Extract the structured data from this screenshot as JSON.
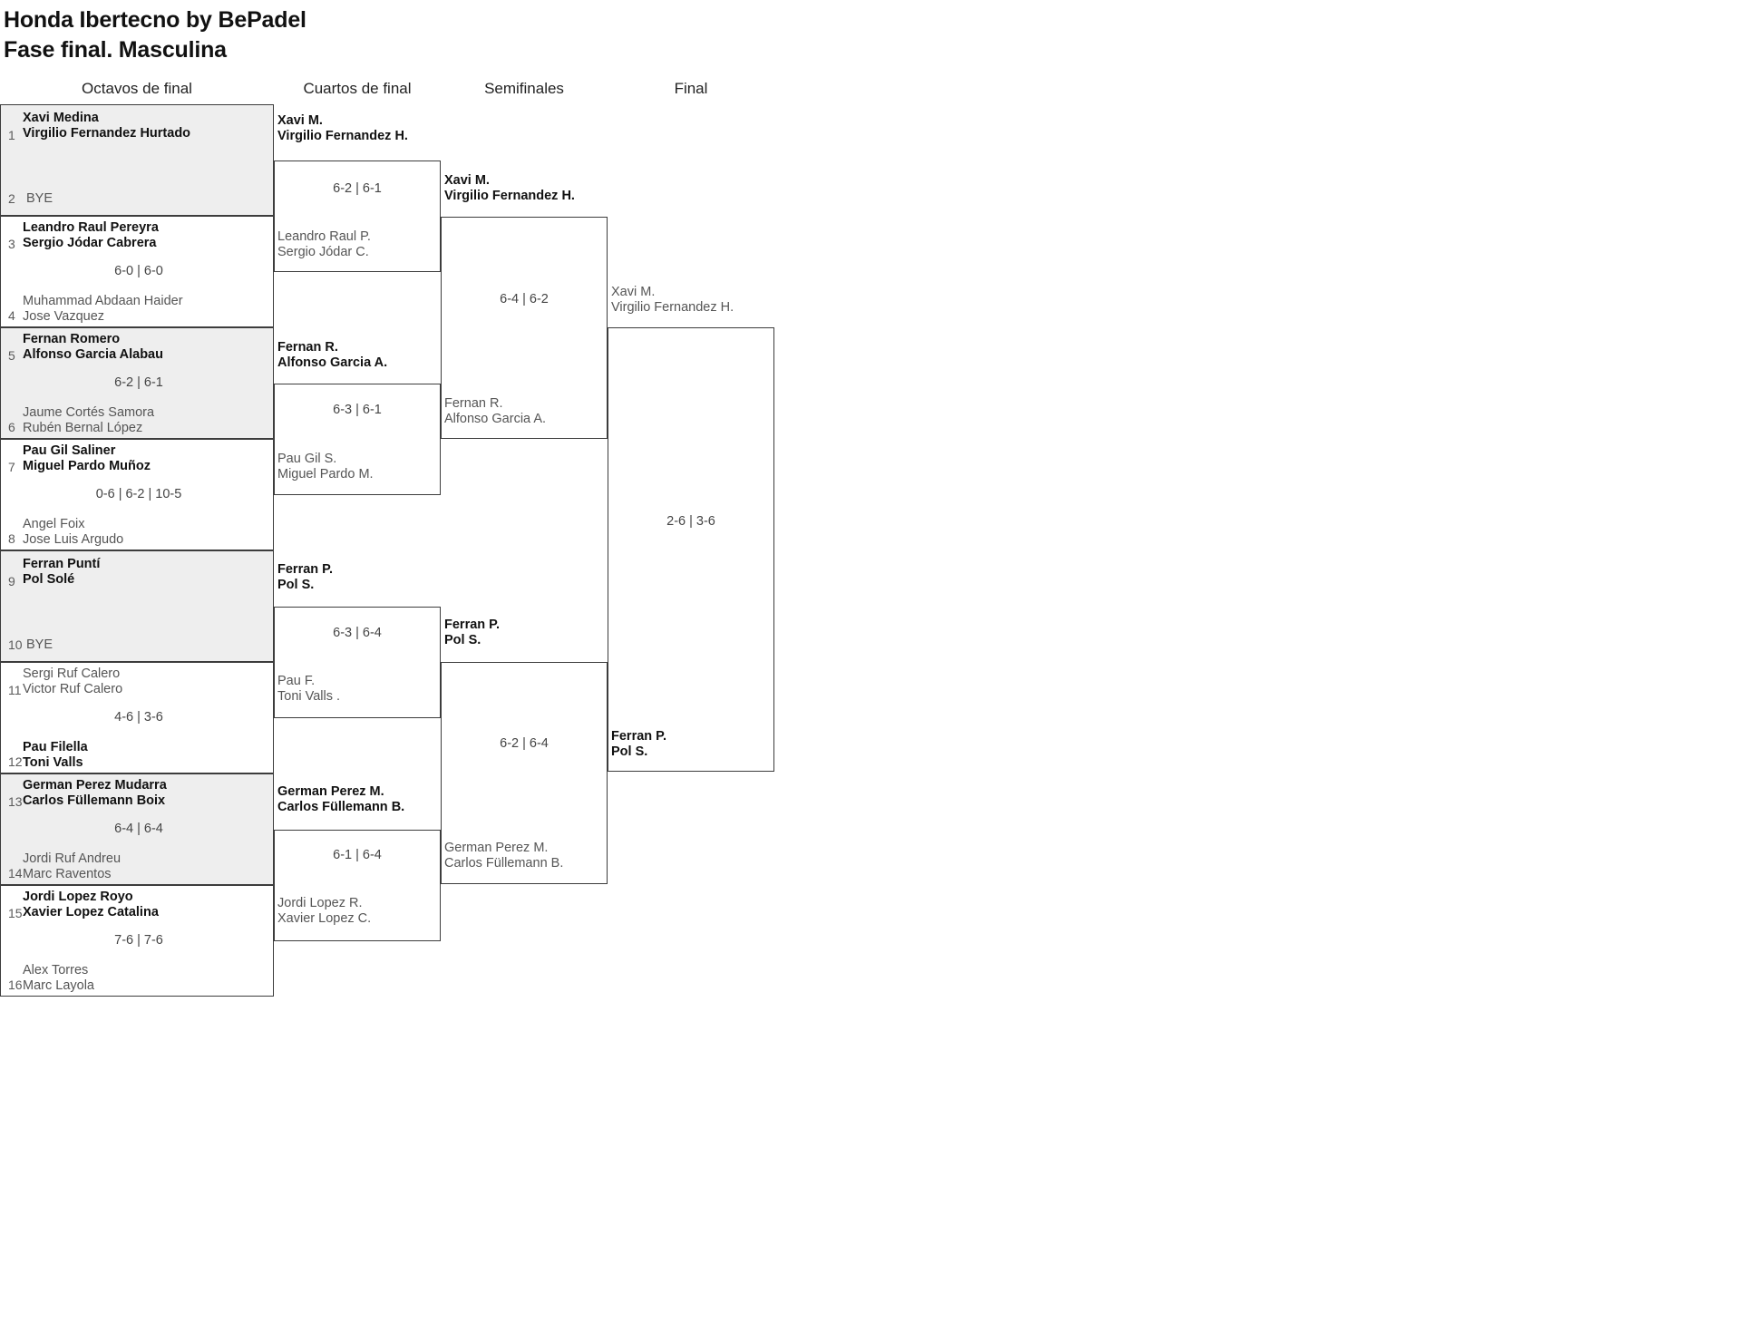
{
  "title": {
    "line1": "Honda Ibertecno by BePadel",
    "line2": "Fase final. Masculina"
  },
  "rounds": [
    {
      "label": "Octavos de final"
    },
    {
      "label": "Cuartos de final"
    },
    {
      "label": "Semifinales"
    },
    {
      "label": "Final"
    }
  ],
  "round1": {
    "matches": [
      {
        "top": {
          "seed": "1",
          "p1": "Xavi Medina",
          "p2": "Virgilio Fernandez Hurtado",
          "result": "win"
        },
        "bottom": {
          "seed": "2",
          "bye": "BYE",
          "result": "bye"
        },
        "score": ""
      },
      {
        "top": {
          "seed": "3",
          "p1": "Leandro Raul Pereyra",
          "p2": "Sergio Jódar Cabrera",
          "result": "win"
        },
        "bottom": {
          "seed": "4",
          "p1": "Muhammad Abdaan Haider",
          "p2": "Jose Vazquez",
          "result": "lose"
        },
        "score": "6-0 | 6-0"
      },
      {
        "top": {
          "seed": "5",
          "p1": "Fernan Romero",
          "p2": "Alfonso Garcia Alabau",
          "result": "win"
        },
        "bottom": {
          "seed": "6",
          "p1": "Jaume Cortés Samora",
          "p2": "Rubén Bernal López",
          "result": "lose"
        },
        "score": "6-2 | 6-1"
      },
      {
        "top": {
          "seed": "7",
          "p1": "Pau Gil Saliner",
          "p2": "Miguel Pardo Muñoz",
          "result": "win"
        },
        "bottom": {
          "seed": "8",
          "p1": "Angel Foix",
          "p2": "Jose Luis Argudo",
          "result": "lose"
        },
        "score": "0-6 | 6-2 | 10-5"
      },
      {
        "top": {
          "seed": "9",
          "p1": "Ferran Puntí",
          "p2": "Pol Solé",
          "result": "win"
        },
        "bottom": {
          "seed": "10",
          "bye": "BYE",
          "result": "bye"
        },
        "score": ""
      },
      {
        "top": {
          "seed": "11",
          "p1": "Sergi Ruf Calero",
          "p2": "Victor Ruf Calero",
          "result": "lose"
        },
        "bottom": {
          "seed": "12",
          "p1": "Pau Filella",
          "p2": "Toni Valls",
          "result": "win"
        },
        "score": "4-6 | 3-6"
      },
      {
        "top": {
          "seed": "13",
          "p1": "German Perez Mudarra",
          "p2": "Carlos Füllemann Boix",
          "result": "win"
        },
        "bottom": {
          "seed": "14",
          "p1": "Jordi Ruf Andreu",
          "p2": "Marc Raventos",
          "result": "lose"
        },
        "score": "6-4 | 6-4"
      },
      {
        "top": {
          "seed": "15",
          "p1": "Jordi Lopez Royo",
          "p2": "Xavier Lopez Catalina",
          "result": "win"
        },
        "bottom": {
          "seed": "16",
          "p1": "Alex Torres",
          "p2": "Marc Layola",
          "result": "lose"
        },
        "score": "7-6 | 7-6"
      }
    ]
  },
  "round2": {
    "matches": [
      {
        "top": {
          "p1": "Xavi M.",
          "p2": "Virgilio Fernandez H.",
          "result": "win"
        },
        "bottom": {
          "p1": "Leandro Raul P.",
          "p2": "Sergio Jódar C.",
          "result": "lose"
        },
        "score": "6-2 | 6-1"
      },
      {
        "top": {
          "p1": "Fernan R.",
          "p2": "Alfonso Garcia A.",
          "result": "win"
        },
        "bottom": {
          "p1": "Pau Gil S.",
          "p2": "Miguel Pardo M.",
          "result": "lose"
        },
        "score": "6-3 | 6-1"
      },
      {
        "top": {
          "p1": "Ferran P.",
          "p2": "Pol S.",
          "result": "win"
        },
        "bottom": {
          "p1": "Pau F.",
          "p2": "Toni Valls .",
          "result": "lose"
        },
        "score": "6-3 | 6-4"
      },
      {
        "top": {
          "p1": "German Perez M.",
          "p2": "Carlos Füllemann B.",
          "result": "win"
        },
        "bottom": {
          "p1": "Jordi Lopez R.",
          "p2": "Xavier Lopez C.",
          "result": "lose"
        },
        "score": "6-1 | 6-4"
      }
    ]
  },
  "round3": {
    "matches": [
      {
        "top": {
          "p1": "Xavi M.",
          "p2": "Virgilio Fernandez H.",
          "result": "win"
        },
        "bottom": {
          "p1": "Fernan R.",
          "p2": "Alfonso Garcia A.",
          "result": "lose"
        },
        "score": "6-4 | 6-2"
      },
      {
        "top": {
          "p1": "Ferran P.",
          "p2": "Pol S.",
          "result": "win"
        },
        "bottom": {
          "p1": "German Perez M.",
          "p2": "Carlos Füllemann B.",
          "result": "lose"
        },
        "score": "6-2 | 6-4"
      }
    ]
  },
  "round4": {
    "matches": [
      {
        "top": {
          "p1": "Xavi M.",
          "p2": "Virgilio Fernandez H.",
          "result": "lose"
        },
        "bottom": {
          "p1": "Ferran P.",
          "p2": "Pol S.",
          "result": "win"
        },
        "score": "2-6 | 3-6"
      }
    ]
  }
}
